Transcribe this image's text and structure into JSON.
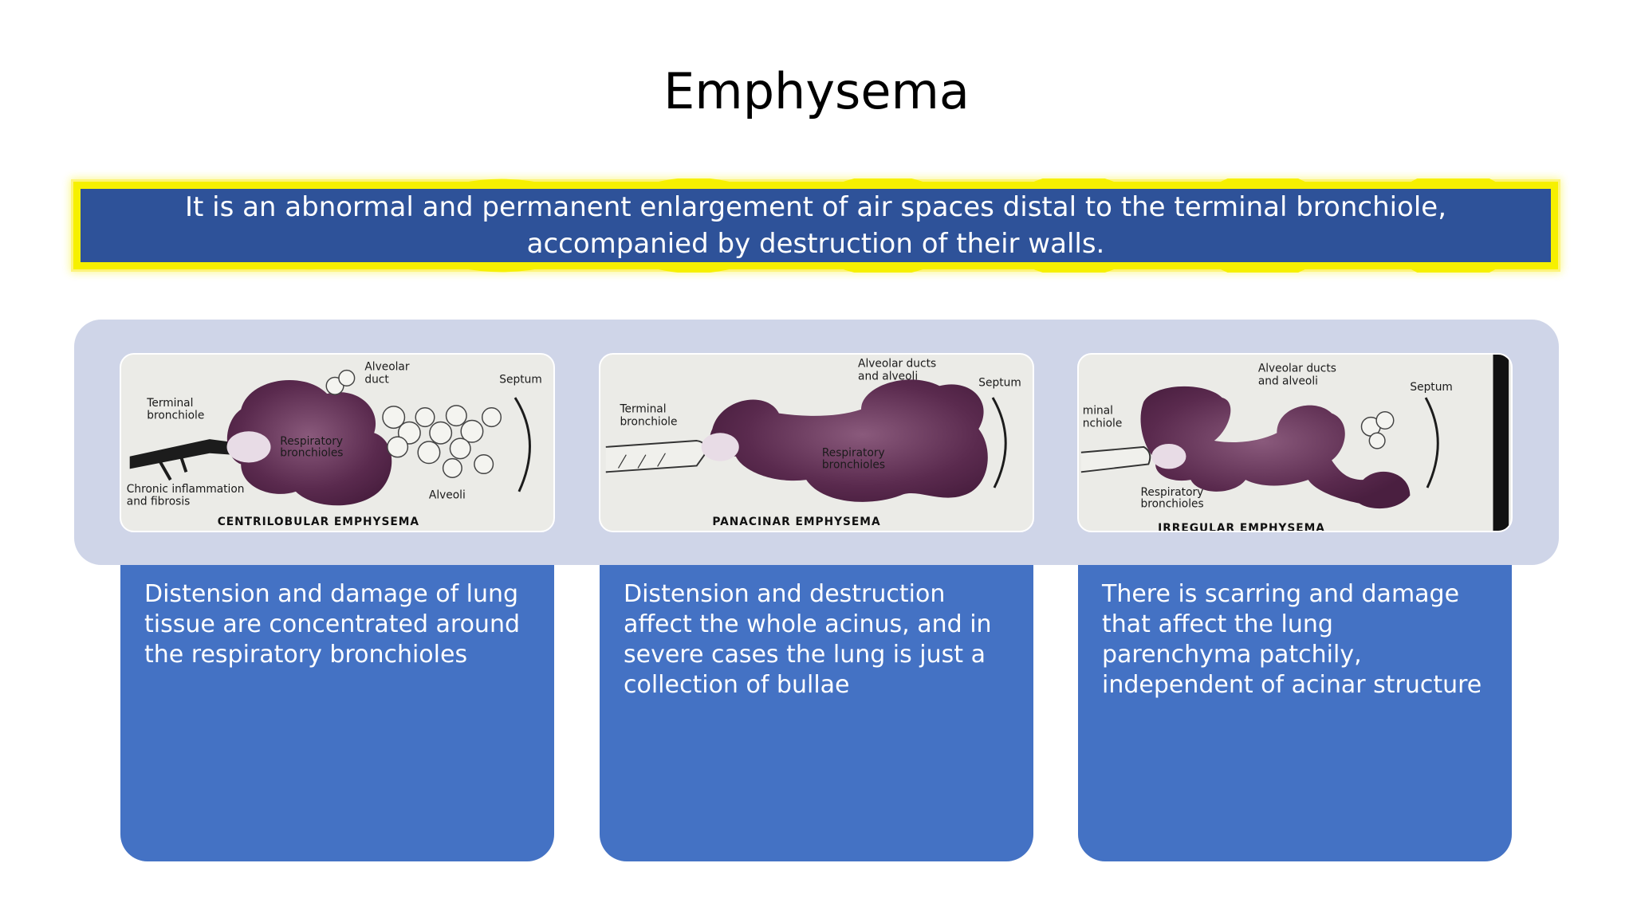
{
  "slide": {
    "title": "Emphysema",
    "definition": "It is an abnormal and permanent enlargement of air spaces distal to the terminal bronchiole, accompanied by destruction of their walls."
  },
  "colors": {
    "banner_fill": "#2e5299",
    "banner_border": "#f6f000",
    "panel_bg": "#cfd5e8",
    "card_fill": "#4472c4",
    "tissue": "#5a2a4e"
  },
  "types": [
    {
      "caption": "CENTRILOBULAR EMPHYSEMA",
      "labels": {
        "terminal_a": "Terminal",
        "terminal_b": "bronchiole",
        "alveolar_a": "Alveolar",
        "alveolar_b": "duct",
        "septum": "Septum",
        "resp_a": "Respiratory",
        "resp_b": "bronchioles",
        "chronic_a": "Chronic inflammation",
        "chronic_b": "and fibrosis",
        "alveoli": "Alveoli"
      },
      "description": "Distension and damage of lung tissue are concentrated around the respiratory bronchioles"
    },
    {
      "caption": "PANACINAR EMPHYSEMA",
      "labels": {
        "terminal_a": "Terminal",
        "terminal_b": "bronchiole",
        "alveolar_a": "Alveolar ducts",
        "alveolar_b": "and alveoli",
        "septum": "Septum",
        "resp_a": "Respiratory",
        "resp_b": "bronchioles"
      },
      "description": "Distension and destruction affect the whole acinus, and in severe cases the lung is just a collection of bullae"
    },
    {
      "caption": "IRREGULAR EMPHYSEMA",
      "labels": {
        "terminal_a": "minal",
        "terminal_b": "nchiole",
        "alveolar_a": "Alveolar ducts",
        "alveolar_b": "and alveoli",
        "septum": "Septum",
        "resp_a": "Respiratory",
        "resp_b": "bronchioles"
      },
      "description": "There is scarring and damage that affect the lung parenchyma patchily, independent of acinar structure"
    }
  ]
}
